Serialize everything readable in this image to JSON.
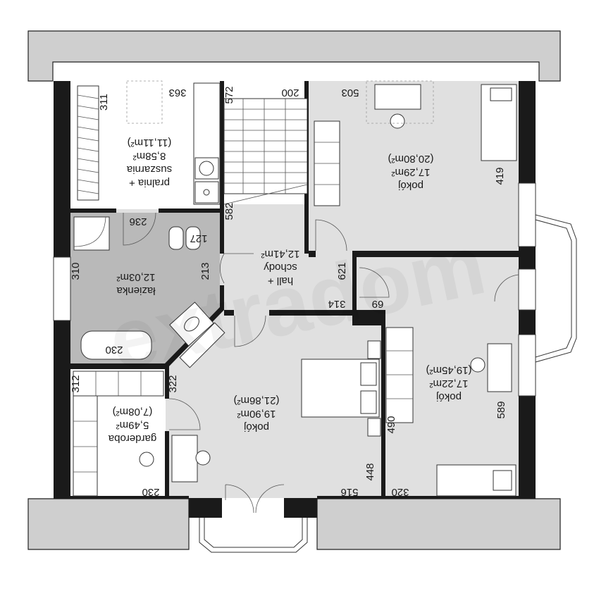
{
  "watermark": "extradom",
  "rooms": [
    {
      "id": "pralnia",
      "name": "pralnia + suszarnia",
      "area": "8,58m²",
      "area_total": "(11,11m²)"
    },
    {
      "id": "pokoj_ne",
      "name": "pokój",
      "area": "17,29m²",
      "area_total": "(20,80m²)"
    },
    {
      "id": "lazienka",
      "name": "łazienka",
      "area": "12,03m²",
      "area_total": ""
    },
    {
      "id": "hall",
      "name": "hall + schody",
      "area": "12,41m²",
      "area_total": ""
    },
    {
      "id": "pokoj_e",
      "name": "pokój",
      "area": "17,22m²",
      "area_total": "(19,45m²)"
    },
    {
      "id": "pokoj_s",
      "name": "pokój",
      "area": "19,90m²",
      "area_total": "(21,86m²)"
    },
    {
      "id": "garderoba",
      "name": "garderoba",
      "area": "5,49m²",
      "area_total": "(7,08m²)"
    }
  ],
  "dimensions": [
    "311",
    "363",
    "572",
    "200",
    "503",
    "419",
    "236",
    "127",
    "582",
    "310",
    "213",
    "621",
    "69",
    "314",
    "230",
    "312",
    "322",
    "490",
    "589",
    "448",
    "516",
    "320",
    "230"
  ]
}
